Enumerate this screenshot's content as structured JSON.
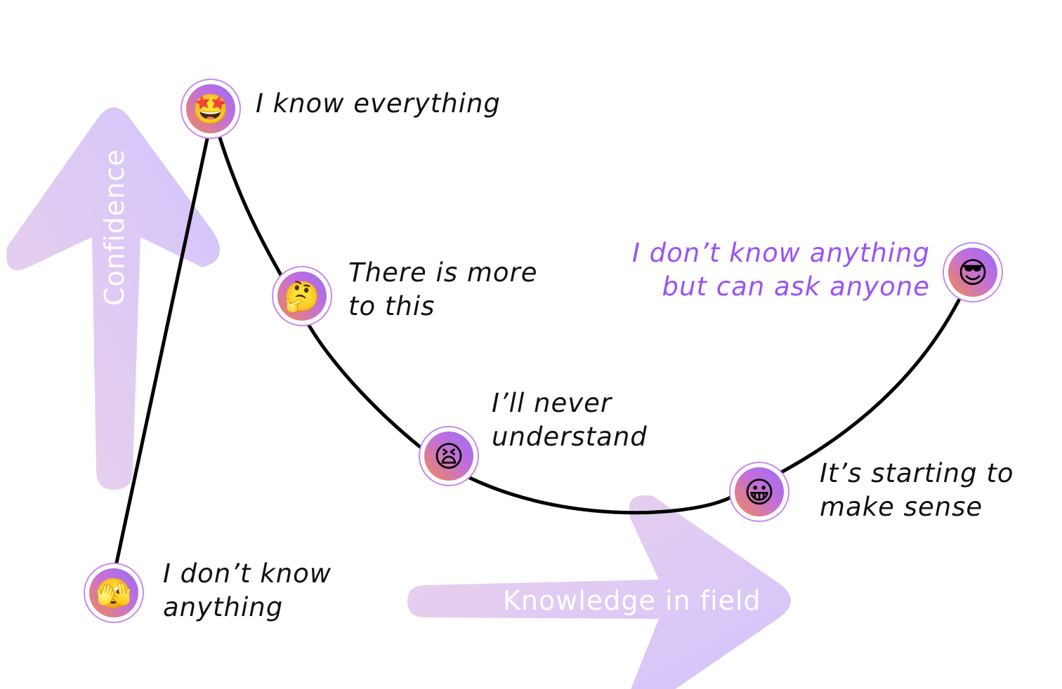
{
  "diagram": {
    "axes": {
      "vertical_label": "Confidence",
      "horizontal_label": "Knowledge in field"
    },
    "stages": [
      {
        "id": "dont-know-anything",
        "icon": "face-with-hand-over-eyes-icon",
        "glyph": "🫣",
        "lines": [
          "I don’t know",
          "anything"
        ],
        "highlight": false
      },
      {
        "id": "know-everything",
        "icon": "star-struck-face-icon",
        "glyph": "🤩",
        "lines": [
          "I know everything"
        ],
        "highlight": false
      },
      {
        "id": "more-to-this",
        "icon": "thinking-face-icon",
        "glyph": "🤔",
        "lines": [
          "There is more",
          "to this"
        ],
        "highlight": false
      },
      {
        "id": "never-understand",
        "icon": "tired-face-icon",
        "glyph": "😫",
        "lines": [
          "I’ll never",
          "understand"
        ],
        "highlight": false
      },
      {
        "id": "starting-to-make-sense",
        "icon": "grinning-face-icon",
        "glyph": "😀",
        "lines": [
          "It’s starting to",
          "make sense"
        ],
        "highlight": false
      },
      {
        "id": "can-ask-anyone",
        "icon": "sunglasses-face-icon",
        "glyph": "😎",
        "lines": [
          "I don’t know anything",
          "but can ask anyone"
        ],
        "highlight": true
      }
    ],
    "colors": {
      "curve": "#000000",
      "accent_text": "#9b52f5",
      "arrow_light": "#e8d2ec",
      "arrow_dark": "#d4c6fc",
      "icon_ring": "#c58bf3"
    }
  }
}
